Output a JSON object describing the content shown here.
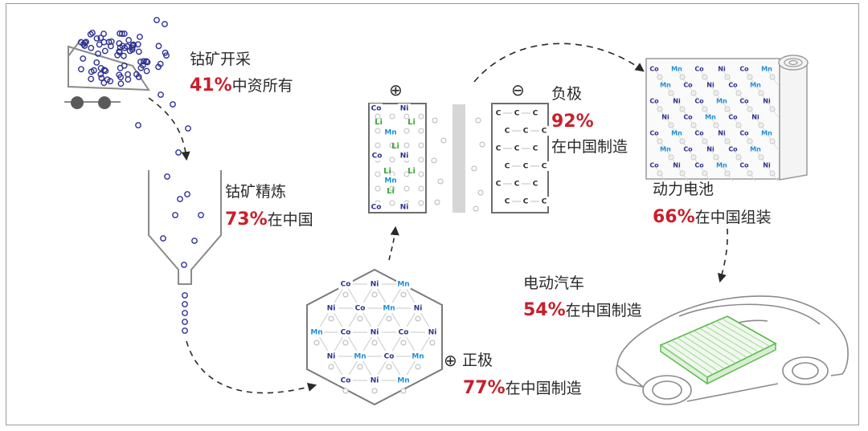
{
  "colors": {
    "text": "#2a2a2a",
    "highlight": "#c8202b",
    "cobalt": "#2e3192",
    "manganese": "#1f8fd8",
    "lithium": "#3aa935",
    "outline": "#6d6d6d",
    "battery_green": "#57b947"
  },
  "stages": {
    "mining": {
      "title": "钴矿开采",
      "percent": "41%",
      "suffix": "中资所有"
    },
    "refining": {
      "title": "钴矿精炼",
      "percent": "73%",
      "suffix": "在中国"
    },
    "cathode": {
      "title": "正极",
      "percent": "77%",
      "suffix": "在中国制造"
    },
    "anode": {
      "title": "负极",
      "percent": "92%",
      "suffix": "在中国制造"
    },
    "battery": {
      "title": "动力电池",
      "percent": "66%",
      "suffix": "在中国组装"
    },
    "ev": {
      "title": "电动汽车",
      "percent": "54%",
      "suffix": "在中国制造"
    }
  },
  "symbols": {
    "plus": "⊕",
    "minus": "⊖",
    "co": "Co",
    "ni": "Ni",
    "mn": "Mn",
    "li": "Li",
    "c": "C"
  }
}
